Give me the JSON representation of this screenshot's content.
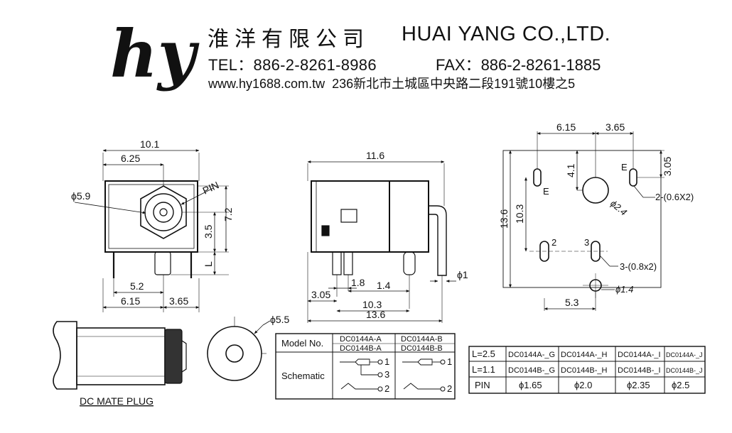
{
  "header": {
    "logo_text": "hy",
    "company_cn": "淮洋有限公司",
    "company_en": "HUAI YANG CO.,LTD.",
    "tel": "TEL：886-2-8261-8986",
    "fax": "FAX：886-2-8261-1885",
    "address": "www.hy1688.com.tw  236新北市土城區中央路二段191號10樓之5"
  },
  "front_view": {
    "dim_overall_width": "10.1",
    "dim_top_offset": "6.25",
    "dim_hole_dia": "ϕ5.9",
    "label_pin": "PIN",
    "dim_height": "7.2",
    "dim_center_height": "3.5",
    "dim_L": "L",
    "dim_bottom_a": "5.2",
    "dim_bottom_b": "6.15",
    "dim_bottom_c": "3.65"
  },
  "side_view": {
    "dim_overall_length": "11.6",
    "dim_pin_offset": "1.8",
    "dim_pin_gap": "1.4",
    "dim_front_offset": "3.05",
    "dim_pin_dia": "ϕ1",
    "dim_span": "10.3",
    "dim_total": "13.6"
  },
  "pcb_layout": {
    "dim_top_a": "6.15",
    "dim_top_b": "3.65",
    "dim_right_vertical": "3.05",
    "dim_hole_offset": "4.1",
    "dim_left_inner": "10.3",
    "dim_left_outer": "13.6",
    "label_E_left": "E",
    "label_E_right": "E",
    "dim_center_hole": "ϕ2.4",
    "slot_note_top": "2-(0.6X2)",
    "pin_label_2": "2",
    "pin_label_3": "3",
    "slot_note_bottom": "3-(0.8x2)",
    "dim_bottom_hole": "ϕ1.4",
    "dim_bottom_span": "5.3"
  },
  "mate_plug": {
    "label": "DC MATE PLUG",
    "dim_outer_dia": "ϕ5.5"
  },
  "model_table": {
    "header_label": "Model No.",
    "col_a_top": "DC0144A-A",
    "col_a_bottom": "DC0144B-A",
    "col_b_top": "DC0144A-B",
    "col_b_bottom": "DC0144B-B",
    "row_label": "Schematic",
    "pin_1": "1",
    "pin_3": "3",
    "pin_2": "2",
    "pin_1b": "1",
    "pin_2b": "2"
  },
  "pin_table": {
    "rows": [
      [
        "L=2.5",
        "DC0144A-_G",
        "DC0144A-_H",
        "DC0144A-_I",
        "DC0144A-_J"
      ],
      [
        "L=1.1",
        "DC0144B-_G",
        "DC0144B-_H",
        "DC0144B-_I",
        "DC0144B-_J"
      ],
      [
        "PIN",
        "ϕ1.65",
        "ϕ2.0",
        "ϕ2.35",
        "ϕ2.5"
      ]
    ]
  }
}
